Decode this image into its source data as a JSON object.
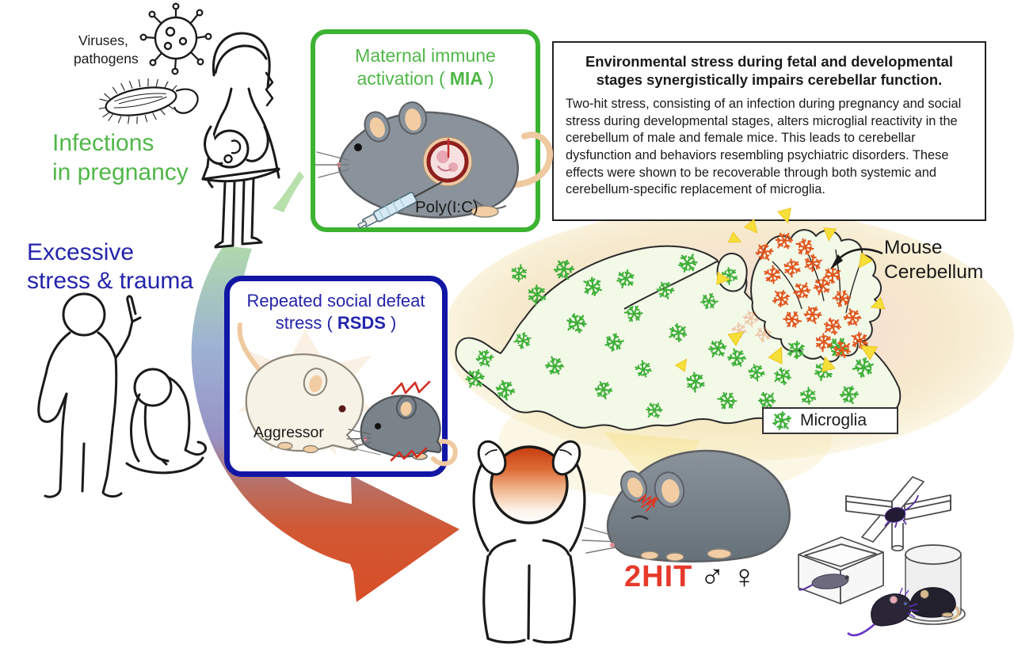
{
  "colors": {
    "accent_green": "#50B748",
    "green_border": "#3CB331",
    "accent_blue": "#2424AC",
    "blue_border": "#1216A5",
    "accent_red": "#E63A2B",
    "microglia_green": "#3FAF3A",
    "microglia_orange": "#E0561F",
    "highlight_yellow": "#F7DF3A",
    "arrow_gradient": [
      "#B0DCA8",
      "#9DB2D4",
      "#D84E27"
    ]
  },
  "pathogens": {
    "line1": "Viruses,",
    "line2": "pathogens"
  },
  "infections": {
    "line1": "Infections",
    "line2": "in pregnancy"
  },
  "mia_box": {
    "title_line1": "Maternal immune",
    "title_pre": "activation (",
    "acronym": "MIA",
    "title_post": ")",
    "injection_label": "Poly(I:C)"
  },
  "summary_box": {
    "title_line1": "Environmental stress during fetal and developmental",
    "title_line2": "stages synergistically impairs cerebellar function.",
    "body": "Two-hit stress, consisting of an infection during pregnancy and social stress during developmental stages, alters microglial reactivity in the cerebellum of male and female mice. This leads to cerebellar dysfunction and behaviors resembling psychiatric disorders. These effects were shown to be recoverable through both systemic and cerebellum-specific replacement of microglia."
  },
  "stress": {
    "line1": "Excessive",
    "line2": "stress & trauma"
  },
  "rsds_box": {
    "title_line1": "Repeated social defeat",
    "title_pre": "stress (",
    "acronym": "RSDS",
    "title_post": ")",
    "aggressor_label": "Aggressor"
  },
  "brain": {
    "label_line1": "Mouse",
    "label_line2": "Cerebellum",
    "legend": "Microglia"
  },
  "outcome": {
    "label": "2HIT",
    "male": "♂",
    "female": "♀"
  }
}
